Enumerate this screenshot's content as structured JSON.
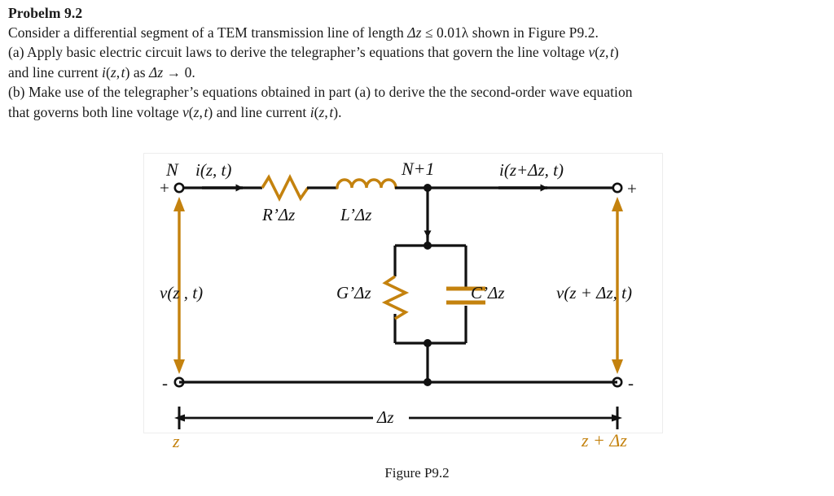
{
  "problem": {
    "title": "Probelm 9.2",
    "lines": [
      "Consider a differential segment of a TEM transmission line of length Δz ≤ 0.01λ shown in Figure P9.2.",
      "(a) Apply basic electric circuit laws to derive the telegrapher’s equations that govern the line voltage v(z, t)",
      "and line current i(z, t) as Δz → 0.",
      "(b) Make use of the telegrapher’s equations obtained in part (a) to derive the the second-order wave equation",
      "that governs both line voltage v(z, t) and line current i(z, t)."
    ]
  },
  "figure": {
    "caption": "Figure P9.2",
    "labels": {
      "node_left": "N",
      "node_right": "N+1",
      "current_left": "i(z, t)",
      "current_right": "i(z+Δz, t)",
      "voltage_left": "v(z , t)",
      "voltage_right": "v(z + Δz, t)",
      "resistor": "R’Δz",
      "inductor": "L’Δz",
      "conductance": "G’Δz",
      "capacitance": "C’Δz",
      "dimension": "Δz",
      "pos_left": "+",
      "neg_left": "-",
      "pos_right": "+",
      "neg_right": "-",
      "coord_left": "z",
      "coord_right": "z + Δz"
    },
    "colors": {
      "wire": "#111111",
      "component": "#c4820e",
      "arrow_voltage": "#c4820e",
      "frame": "#ededed"
    }
  }
}
